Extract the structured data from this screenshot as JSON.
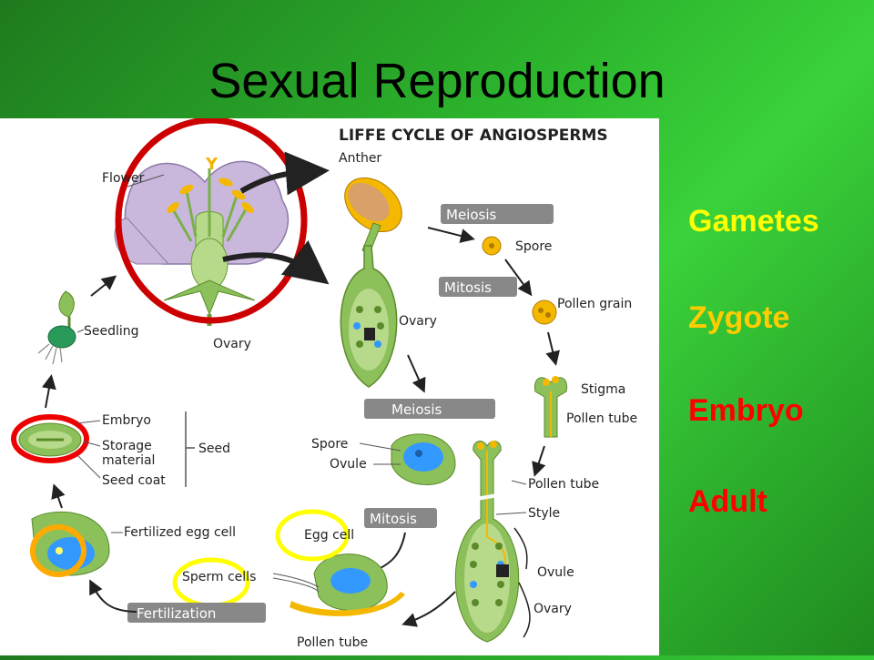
{
  "slide": {
    "title": "Sexual Reproduction"
  },
  "diagram": {
    "heading": "LIFFE CYCLE OF ANGIOSPERMS",
    "labels": {
      "flower": "Flower",
      "anther": "Anther",
      "meiosis1": "Meiosis",
      "spore1": "Spore",
      "mitosis1": "Mitosis",
      "pollen_grain": "Pollen grain",
      "ovary_top": "Ovary",
      "ovary_flower": "Ovary",
      "stigma": "Stigma",
      "pollen_tube1": "Pollen tube",
      "seedling": "Seedling",
      "meiosis2": "Meiosis",
      "embryo": "Embryo",
      "storage1": "Storage",
      "storage2": "material",
      "seed": "Seed",
      "seed_coat": "Seed coat",
      "spore2": "Spore",
      "ovule1": "Ovule",
      "pollen_tube2": "Pollen tube",
      "style": "Style",
      "mitosis2": "Mitosis",
      "fertilized_egg": "Fertilized egg cell",
      "egg_cell": "Egg cell",
      "sperm_cells": "Sperm cells",
      "ovule2": "Ovule",
      "ovary_bottom": "Ovary",
      "fertilization": "Fertilization",
      "pollen_tube3": "Pollen tube"
    }
  },
  "legend": {
    "items": [
      {
        "label": "Gametes",
        "color": "#ffff00"
      },
      {
        "label": "Zygote",
        "color": "#ffcc00"
      },
      {
        "label": "Embryo",
        "color": "#ff0000"
      },
      {
        "label": "Adult",
        "color": "#ff0000"
      }
    ]
  },
  "colors": {
    "highlight_red": "#cc0000",
    "highlight_yellow": "#ffff00",
    "highlight_orange": "#ffaa00",
    "plant_green": "#99cc66",
    "petal_lavender": "#c9b8dc",
    "cell_blue": "#3399ff"
  }
}
